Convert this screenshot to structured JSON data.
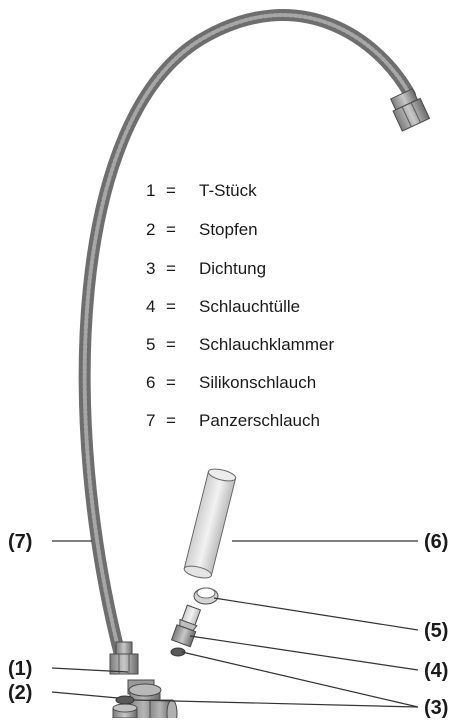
{
  "legend": {
    "items": [
      {
        "num": "1",
        "eq": "=",
        "label": "T-Stück"
      },
      {
        "num": "2",
        "eq": "=",
        "label": "Stopfen"
      },
      {
        "num": "3",
        "eq": "=",
        "label": "Dichtung"
      },
      {
        "num": "4",
        "eq": "=",
        "label": "Schlauchtülle"
      },
      {
        "num": "5",
        "eq": "=",
        "label": "Schlauchklammer"
      },
      {
        "num": "6",
        "eq": "=",
        "label": "Silikonschlauch"
      },
      {
        "num": "7",
        "eq": "=",
        "label": "Panzerschlauch"
      }
    ]
  },
  "callouts": {
    "c1": "(1)",
    "c2": "(2)",
    "c3": "(3)",
    "c4": "(4)",
    "c5": "(5)",
    "c6": "(6)",
    "c7": "(7)"
  },
  "colors": {
    "hose": "#6e6e6e",
    "hose_highlight": "#a6a6a6",
    "parts_light": "#d9d9d9",
    "parts_mid": "#9a9a9a",
    "parts_dark": "#5a5a5a",
    "leader": "#333333",
    "text": "#1a1a1a"
  }
}
